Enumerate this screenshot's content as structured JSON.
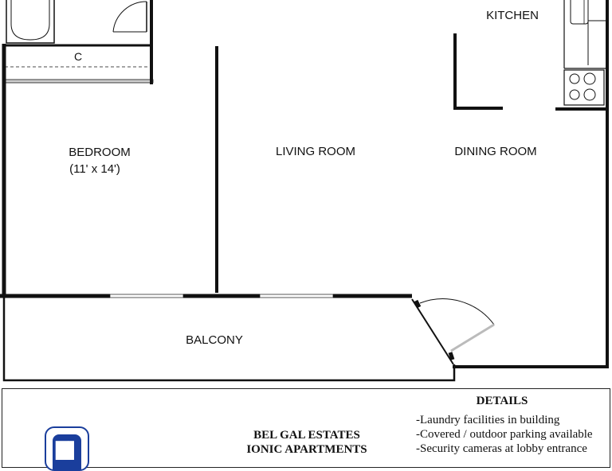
{
  "rooms": {
    "kitchen": "KITCHEN",
    "closet": "C",
    "bedroom": "BEDROOM",
    "bedroom_size": "(11' x 14')",
    "living_room": "LIVING ROOM",
    "dining_room": "DINING ROOM",
    "balcony": "BALCONY"
  },
  "details": {
    "title": "DETAILS",
    "items": [
      "-Laundry facilities in building",
      "-Covered / outdoor parking available",
      "-Security cameras at lobby entrance"
    ]
  },
  "company": {
    "name": "BEL GAL ESTATES",
    "building": "IONIC APARTMENTS"
  },
  "logo": {
    "icon": "elephant-icon",
    "color": "#1a3e9c"
  }
}
